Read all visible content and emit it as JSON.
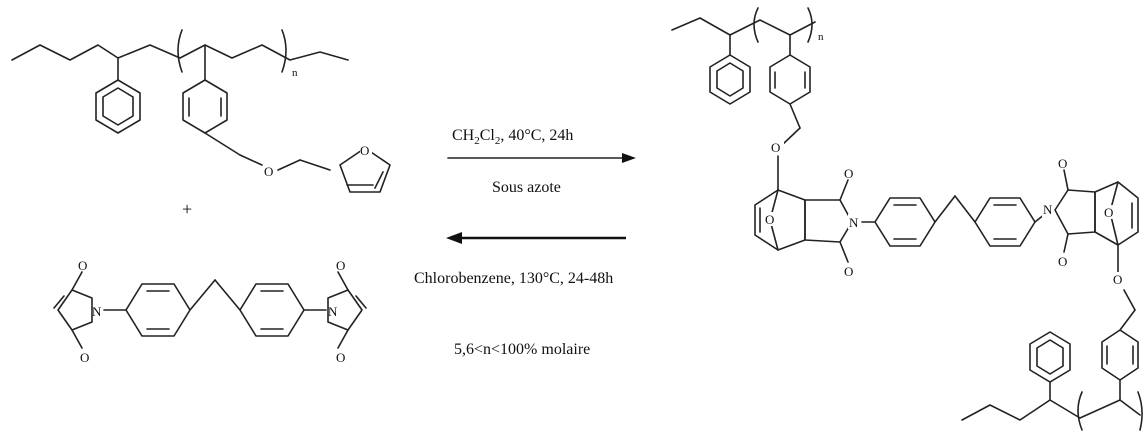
{
  "reaction": {
    "forward_condition_prefix": "CH",
    "forward_condition_sub1": "2",
    "forward_condition_mid": "Cl",
    "forward_condition_sub2": "2",
    "forward_condition_suffix": ", 40°C, 24h",
    "forward_atmosphere": "Sous azote",
    "reverse_condition": "Chlorobenzene, 130°C, 24-48h",
    "composition_range": "5,6<n<100% molaire",
    "plus_sign": "+"
  },
  "atoms": {
    "oxygen": "O",
    "nitrogen": "N",
    "repeat_index": "n"
  },
  "colors": {
    "ink": "#111111",
    "background": "#ffffff"
  }
}
